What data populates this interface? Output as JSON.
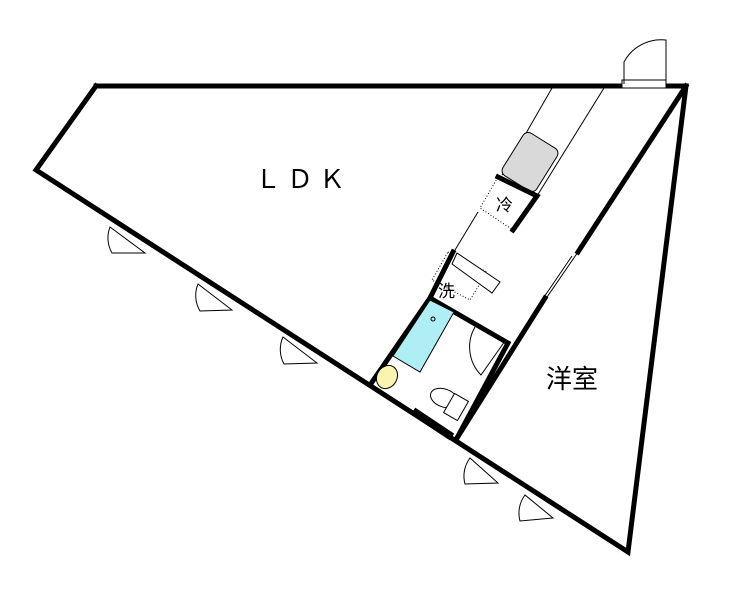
{
  "rooms": {
    "ldk": "ＬＤＫ",
    "western_room": "洋室",
    "refrigerator": "冷",
    "washer": "洗"
  },
  "colors": {
    "bathtub": "#aeeef4",
    "sink": "#d9d9d9",
    "washbasin": "#fbf3b0",
    "wall": "#000000"
  }
}
